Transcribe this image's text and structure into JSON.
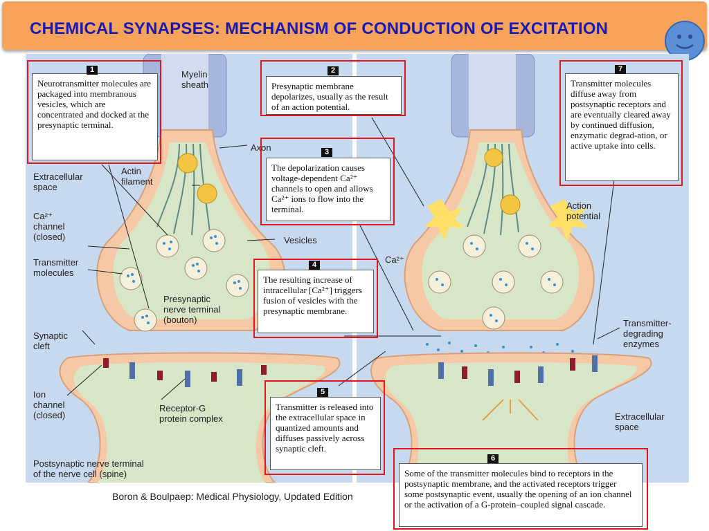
{
  "title": "CHEMICAL SYNAPSES: MECHANISM OF CONDUCTION OF EXCITATION",
  "credit": "Boron & Boulpaep: Medical Physiology, Updated Edition",
  "colors": {
    "title_bg": "#f7a35c",
    "title_text": "#1a1ab0",
    "highlight": "#e0151d",
    "cytoplasm": "#d7e6c6",
    "membrane": "#f6c9a6",
    "background": "#c7d9ee"
  },
  "labels": {
    "myelin_sheath": "Myelin\nsheath",
    "axon": "Axon",
    "extracellular_space_left": "Extracellular\nspace",
    "actin_filament": "Actin\nfilament",
    "ca_channel": "Ca²⁺\nchannel\n(closed)",
    "transmitter_molecules": "Transmitter\nmolecules",
    "vesicles": "Vesicles",
    "presynaptic_terminal": "Presynaptic\nnerve terminal\n(bouton)",
    "synaptic_cleft": "Synaptic\ncleft",
    "ion_channel": "Ion\nchannel\n(closed)",
    "receptor_g_protein": "Receptor-G\nprotein complex",
    "postsynaptic_terminal": "Postsynaptic nerve terminal\nof the nerve cell (spine)",
    "ca_ion": "Ca²⁺",
    "action_potential": "Action\npotential",
    "transmitter_degrading_enzymes": "Transmitter-\ndegrading\nenzymes",
    "extracellular_space_right": "Extracellular\nspace"
  },
  "steps": [
    {
      "number": "1",
      "text": "Neurotransmitter molecules are packaged into membranous vesicles, which are concentrated and docked at the presynaptic terminal."
    },
    {
      "number": "2",
      "text": "Presynaptic membrane depolarizes, usually as the result of an action potential."
    },
    {
      "number": "3",
      "text": "The depolarization causes voltage-dependent Ca²⁺ channels to open and allows Ca²⁺ ions to flow into the terminal."
    },
    {
      "number": "4",
      "text": "The resulting increase of intracellular [Ca²⁺] triggers fusion of vesicles with the presynaptic membrane."
    },
    {
      "number": "5",
      "text": "Transmitter is released into the extracellular space in quantized amounts and diffuses passively across synaptic cleft."
    },
    {
      "number": "6",
      "text": "Some of the transmitter molecules bind to receptors in the postsynaptic membrane, and the activated receptors trigger some postsynaptic event, usually the opening of an ion channel or the activation of a G-protein–coupled signal cascade."
    },
    {
      "number": "7",
      "text": "Transmitter molecules diffuse away from postsynaptic receptors and are eventually cleared away by continued diffusion, enzymatic degrad-ation, or active uptake into cells."
    }
  ]
}
